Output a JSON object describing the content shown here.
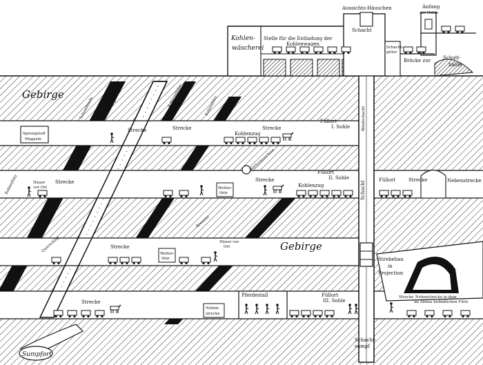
{
  "surface": {
    "kohlenwaescherei": [
      "Kohlen-",
      "wäscherei"
    ],
    "entladung": [
      "Stelle für die Entladung der",
      "Kohlenwagen"
    ],
    "aussichtshaeuschen": "Aussichts-Häuschen",
    "schacht_top": "Schacht",
    "schachtgitter": [
      "Schacht-",
      "gitter"
    ],
    "anfang_halde": [
      "Anfang",
      "zur Halde"
    ],
    "bruecke": "Brücke zur",
    "schutthalde": [
      "Schutt-",
      "halde"
    ]
  },
  "labels": {
    "gebirge_top": "Gebirge",
    "gebirge_mid": "Gebirge",
    "sprengstoff": [
      "Sprengstoff",
      "Magazin"
    ],
    "kohlenfloetz": "Kohlenflötz",
    "schwebende": "Schwebende",
    "bremsberg": "Bremsberg",
    "kohlenpfeiler": "Kohlenpfeiler",
    "kohlenfloetz2": "Kohlenflötz",
    "strecke": "Strecke",
    "kohlenzug": "Kohlenzug",
    "fuellort1": [
      "Füllort",
      "I. Sohle"
    ],
    "fuellort2": [
      "Füllort",
      "II. Sohle"
    ],
    "fuellort3": [
      "Füllort",
      "III. Sohle"
    ],
    "fuellort_plain": "Füllort",
    "haeuer": [
      "Häuer",
      "vor Ort"
    ],
    "haeuer2": [
      "Häuer vor",
      "Ort"
    ],
    "querschlag": "Querschlag",
    "wetterthuer": [
      "Wetter-",
      "thür"
    ],
    "schacht_vertical": "Schacht",
    "blindschacht": "Blindschacht",
    "nebenstrecke": "Nebenstrecke",
    "strebebau": [
      "Strebebau",
      "in",
      "Projection"
    ],
    "nebenstrecke_abbau": [
      "Nebenstrecke in dem",
      "im Abbau befindlichen Flötz"
    ],
    "pferdestall": "Pferdestall",
    "nebenstrecke2": [
      "Neben-",
      "strecke"
    ],
    "schachtsumpf": [
      "Schacht-",
      "sumpf"
    ],
    "sumpfort": "Sumpfort",
    "bremser": "Bremser",
    "wettermaschine": "Wettermaschine"
  }
}
